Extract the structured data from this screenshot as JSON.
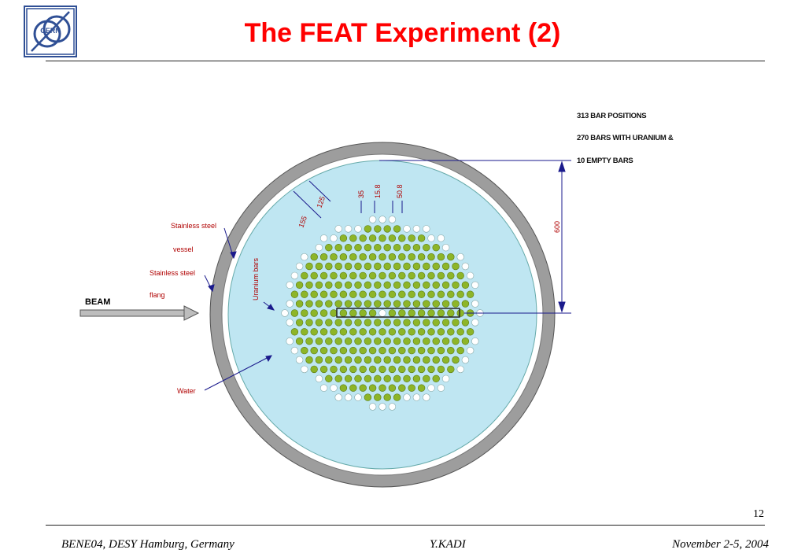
{
  "header": {
    "title": "The FEAT Experiment (2)",
    "logo_text": "CERN"
  },
  "diagram": {
    "notes": [
      "313 BAR POSITIONS",
      "270 BARS WITH URANIUM &",
      "10 EMPTY BARS"
    ],
    "dimensions": {
      "d35": "35",
      "d158": "15.8",
      "d508": "50.8",
      "d125": "125",
      "d155": "155",
      "d600": "600"
    },
    "labels": {
      "vessel_line1": "Stainless steel",
      "vessel_line2": "vessel",
      "flange_line1": "Stainless steel",
      "flange_line2": "flang",
      "uranium_bars": "Uranium bars",
      "water": "Water",
      "beam": "BEAM"
    },
    "colors": {
      "uranium_bar": "#8db528",
      "empty_bar": "#ffffff",
      "water": "#bfe6f2",
      "vessel": "#a0a0a0",
      "label_red": "#b00000",
      "arrow_blue": "#1a1a8c"
    }
  },
  "footer": {
    "slide_number": "12",
    "left": "BENE04, DESY Hamburg, Germany",
    "center": "Y.KADI",
    "right": "November 2-5, 2004"
  }
}
